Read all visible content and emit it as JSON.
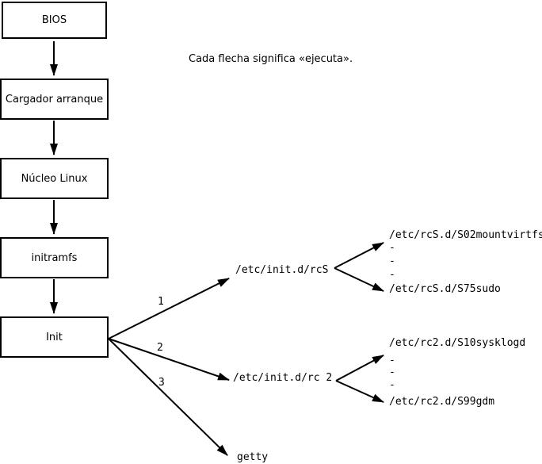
{
  "diagram": {
    "note": "Cada flecha significa «ejecuta».",
    "boot_chain": [
      {
        "label": "BIOS"
      },
      {
        "label": "Cargador arranque"
      },
      {
        "label": "Núcleo Linux"
      },
      {
        "label": "initramfs"
      },
      {
        "label": "Init"
      }
    ],
    "init_branches": [
      {
        "order": "1",
        "target": "/etc/init.d/rcS"
      },
      {
        "order": "2",
        "target": "/etc/init.d/rc 2"
      },
      {
        "order": "3",
        "target": "getty"
      }
    ],
    "rcS_scripts": {
      "first": "/etc/rcS.d/S02mountvirtfs",
      "ellipsis": [
        "-",
        "-",
        "-"
      ],
      "last": "/etc/rcS.d/S75sudo"
    },
    "rc2_scripts": {
      "first": "/etc/rc2.d/S10sysklogd",
      "ellipsis": [
        "-",
        "-",
        "-"
      ],
      "last": "/etc/rc2.d/S99gdm"
    },
    "colors": {
      "line": "#000000",
      "background": "#ffffff",
      "text": "#000000"
    }
  }
}
